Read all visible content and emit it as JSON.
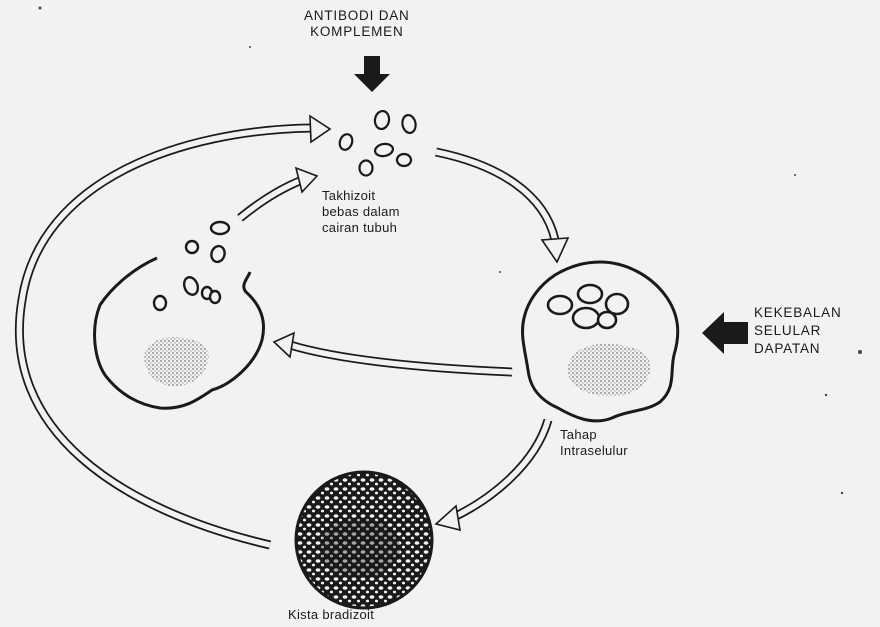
{
  "diagram": {
    "label_antibodi": [
      "ANTIBODI DAN",
      "KOMPLEMEN"
    ],
    "label_takhizoit": [
      "Takhizoit",
      "bebas dalam",
      "cairan tubuh"
    ],
    "label_kekebalan": [
      "KEKEBALAN",
      "SELULAR",
      "DAPATAN"
    ],
    "label_tahap": [
      "Tahap",
      "Intraselulur"
    ],
    "label_kista": "Kista bradizoit"
  },
  "colors": {
    "ink": "#1a1a1a",
    "paper": "#f2f2f0",
    "stipple": "#9a9a9a"
  }
}
